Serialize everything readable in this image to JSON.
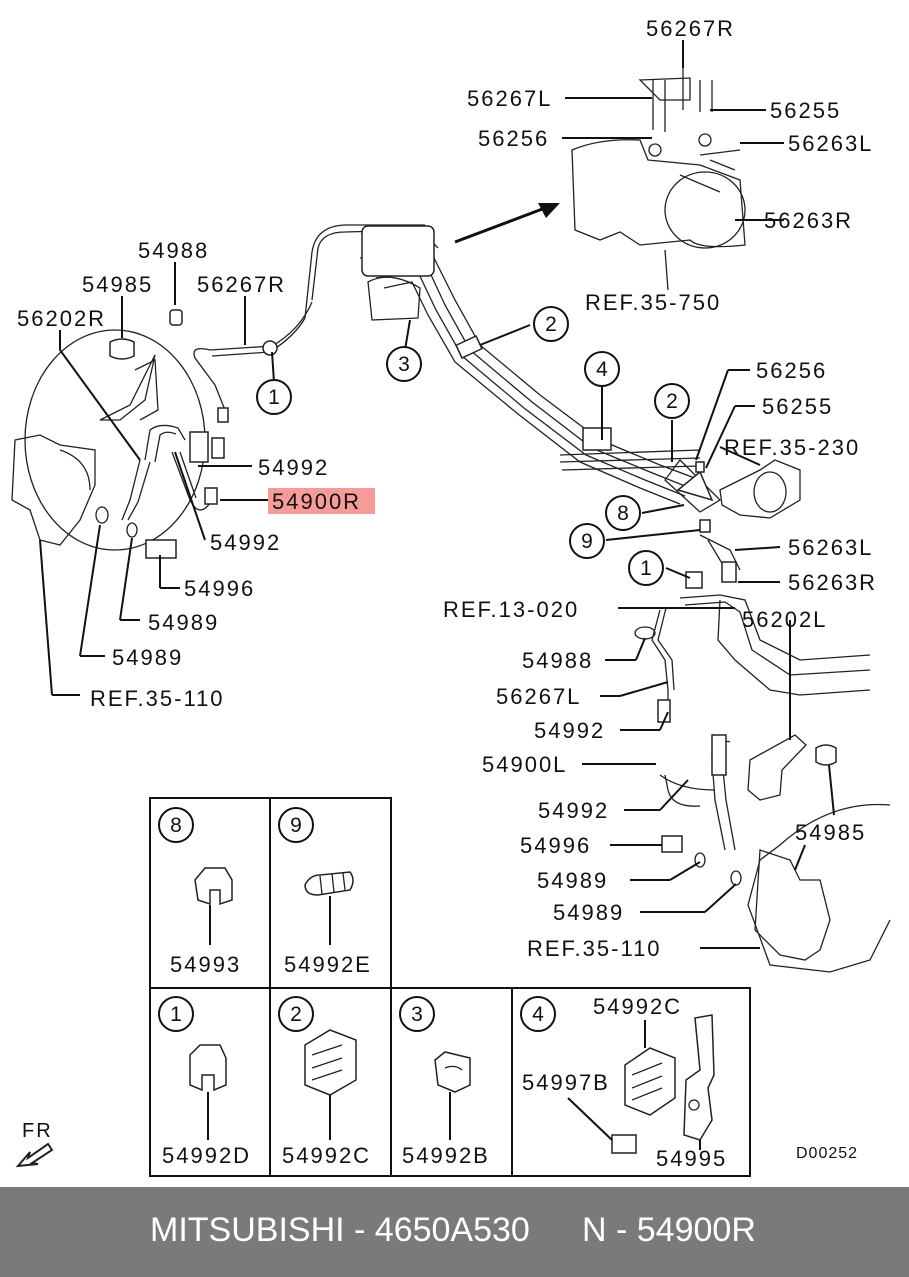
{
  "diagram_code": "D00252",
  "direction_label": "FR",
  "highlight_color": "#f79a9a",
  "callouts": {
    "c56267R_top": "56267R",
    "c56267L_top": "56267L",
    "c56255_top": "56255",
    "c56256_top": "56256",
    "c56263L_top": "56263L",
    "c56263R_top": "56263R",
    "ref35_750": "REF.35-750",
    "c54988_left": "54988",
    "c54985_left": "54985",
    "c56267R_left": "56267R",
    "c56202R": "56202R",
    "c56256_mid": "56256",
    "c56255_mid": "56255",
    "ref35_230": "REF.35-230",
    "c54992_a": "54992",
    "c54900R": "54900R",
    "c54992_b": "54992",
    "c54996_left": "54996",
    "c54989_a": "54989",
    "c54989_b": "54989",
    "ref35_110_left": "REF.35-110",
    "c56263L_mid": "56263L",
    "c56263R_mid": "56263R",
    "ref13_020": "REF.13-020",
    "c56202L": "56202L",
    "c54988_right": "54988",
    "c56267L_right": "56267L",
    "c54992_c": "54992",
    "c54900L": "54900L",
    "c54992_d": "54992",
    "c54985_right": "54985",
    "c54996_right": "54996",
    "c54989_c": "54989",
    "c54989_d": "54989",
    "ref35_110_right": "REF.35-110"
  },
  "circles": {
    "n1_a": "1",
    "n2_a": "2",
    "n3": "3",
    "n4": "4",
    "n2_b": "2",
    "n8": "8",
    "n9": "9",
    "n1_b": "1"
  },
  "inset": {
    "cell8": {
      "num": "8",
      "part": "54993"
    },
    "cell9": {
      "num": "9",
      "part": "54992E"
    },
    "cell1": {
      "num": "1",
      "part": "54992D"
    },
    "cell2": {
      "num": "2",
      "part": "54992C"
    },
    "cell3": {
      "num": "3",
      "part": "54992B"
    },
    "cell4": {
      "num": "4",
      "part_top": "54992C",
      "part_left": "54997B",
      "part_bottom": "54995"
    }
  },
  "footer": {
    "brand_part": "MITSUBISHI - 4650A530",
    "part_number": "N - 54900R"
  }
}
